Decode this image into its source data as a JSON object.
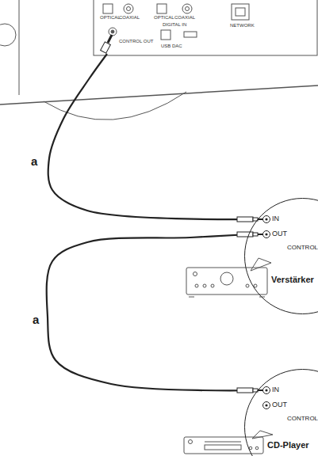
{
  "diagram": {
    "nodes": [
      {
        "text": [
          "OPTICAL",
          "COAXIAL",
          "OPTICAL",
          "COAXIAL",
          "DIGITAL IN",
          "CONTROL OUT",
          "USB DAC",
          "NETWORK"
        ]
      },
      {
        "text": [
          "IN",
          "OUT",
          "CONTROL"
        ]
      },
      {
        "text": [
          "IN",
          "OUT",
          "CONTROL"
        ]
      }
    ],
    "edges": [
      {
        "from": 0,
        "to": 1,
        "label": "a",
        "arrow": "none"
      },
      {
        "from": 1,
        "to": 2,
        "label": "a",
        "arrow": "none"
      }
    ],
    "labels": [
      "Verstärker",
      "CD-Player"
    ]
  }
}
